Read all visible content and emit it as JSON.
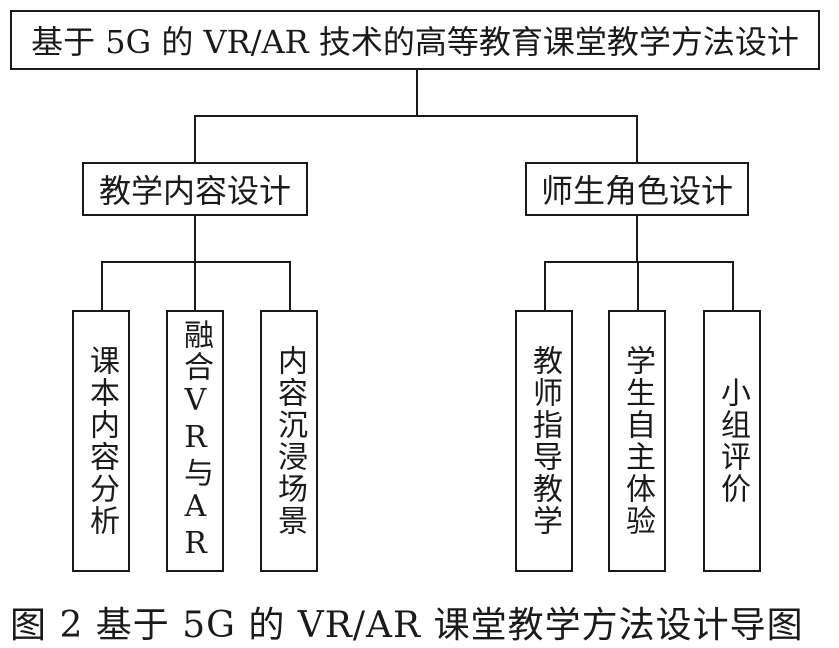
{
  "root": {
    "label": "基于 5G 的 VR/AR 技术的高等教育课堂教学方法设计"
  },
  "branches": [
    {
      "label": "教学内容设计",
      "leaves": [
        "课本内容分析",
        "融合VR与AR",
        "内容沉浸场景"
      ]
    },
    {
      "label": "师生角色设计",
      "leaves": [
        "教师指导教学",
        "学生自主体验",
        "小组评价"
      ]
    }
  ],
  "caption": "图 2   基于 5G 的 VR/AR 课堂教学方法设计导图"
}
